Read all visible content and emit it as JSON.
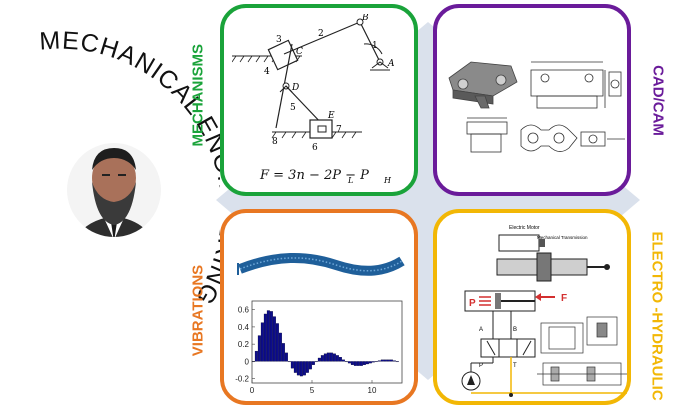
{
  "title_arc": "MECHANICAL ENGINEERING",
  "colors": {
    "mechanisms": "#1aa33a",
    "cadcam": "#6a1b9a",
    "vibrations": "#e87722",
    "electro": "#f2b705",
    "diamond": "#cfd8e6"
  },
  "cards": {
    "mechanisms": {
      "label": "MECHANISMS",
      "formula": "F = 3n − 2P  − P",
      "formula_sub_l": "L",
      "formula_sub_h": "H",
      "link_labels": [
        "1",
        "2",
        "3",
        "4",
        "5",
        "6",
        "7",
        "8"
      ],
      "joint_labels": [
        "A",
        "B",
        "C",
        "D",
        "E"
      ]
    },
    "cadcam": {
      "label": "CAD/CAM"
    },
    "vibrations": {
      "label": "VIBRATIONS",
      "chart_data": {
        "type": "bar",
        "x_ticks": [
          "0",
          "5",
          "10"
        ],
        "y_ticks": [
          "0.6",
          "0.4",
          "0.2",
          "0",
          "-0.2"
        ],
        "ylim": [
          -0.25,
          0.7
        ],
        "xlim": [
          0,
          12.5
        ],
        "series": [
          {
            "x": [
              0,
              0.25,
              0.5,
              0.75,
              1,
              1.25,
              1.5,
              1.75,
              2,
              2.25,
              2.5,
              2.75,
              3,
              3.25,
              3.5,
              3.75,
              4,
              4.25,
              4.5,
              4.75,
              5,
              5.25,
              5.5,
              5.75,
              6,
              6.25,
              6.5,
              6.75,
              7,
              7.25,
              7.5,
              7.75,
              8,
              8.25,
              8.5,
              8.75,
              9,
              9.25,
              9.5,
              9.75,
              10,
              10.25,
              10.5,
              10.75,
              11,
              11.25,
              11.5,
              11.75,
              12
            ],
            "values": [
              0,
              0.12,
              0.3,
              0.45,
              0.55,
              0.59,
              0.58,
              0.52,
              0.44,
              0.33,
              0.21,
              0.1,
              0,
              -0.08,
              -0.13,
              -0.16,
              -0.17,
              -0.16,
              -0.13,
              -0.09,
              -0.04,
              0,
              0.04,
              0.07,
              0.09,
              0.1,
              0.1,
              0.09,
              0.07,
              0.05,
              0.02,
              0,
              -0.02,
              -0.04,
              -0.05,
              -0.05,
              -0.05,
              -0.04,
              -0.03,
              -0.02,
              -0.01,
              0,
              0.01,
              0.02,
              0.02,
              0.02,
              0.02,
              0.01,
              0
            ]
          }
        ]
      }
    },
    "electro": {
      "label": "ELECTRO -HYDRAULIC",
      "motor_label": "Electric Motor",
      "transmission_label": "Mechanical Transmission",
      "p_label": "P",
      "f_label": "F",
      "port_labels": [
        "A",
        "B",
        "P",
        "T"
      ]
    }
  }
}
